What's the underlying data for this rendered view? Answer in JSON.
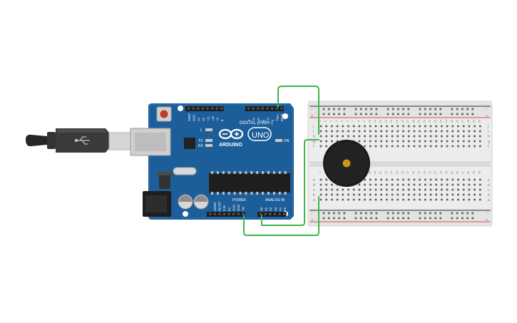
{
  "board": {
    "logo_text": "ARDUINO",
    "model": "UNO",
    "digital_header": "DIGITAL (PWM~)",
    "power_header": "POWER",
    "analog_header": "ANALOG IN",
    "on_label": "ON",
    "l_label": "L",
    "tx_label": "TX",
    "rx_label": "RX",
    "digital_pins": [
      "AREF",
      "GND",
      "13",
      "12",
      "~11",
      "~10",
      "~9",
      "8",
      "7",
      "~6",
      "~5",
      "4",
      "~3",
      "2",
      "TX▸1",
      "RX◂0"
    ],
    "power_pins": [
      "IOREF",
      "RESET",
      "3.3V",
      "5V",
      "GND",
      "GND",
      "Vin"
    ],
    "analog_pins": [
      "A0",
      "A1",
      "A2",
      "A3",
      "A4",
      "A5"
    ]
  },
  "breadboard": {
    "col_numbers": [
      "1",
      "2",
      "3",
      "4",
      "5",
      "6",
      "7",
      "8",
      "9",
      "10",
      "11",
      "12",
      "13",
      "14",
      "15",
      "16",
      "17",
      "18",
      "19",
      "20",
      "21",
      "22",
      "23",
      "24",
      "25",
      "26",
      "27",
      "28",
      "29",
      "30"
    ],
    "top_rows": [
      "j",
      "i",
      "h",
      "g",
      "f"
    ],
    "bottom_rows": [
      "e",
      "d",
      "c",
      "b",
      "a"
    ],
    "rail_plus": "+",
    "rail_minus": "-"
  },
  "colors": {
    "board": "#1c5e9a",
    "wire": "#3cb54a",
    "breadboard": "#ececec",
    "buzzer": "#1a1a1a",
    "buzzer_center": "#c8941a",
    "rail_red": "#d9534f",
    "rail_black": "#333333"
  }
}
